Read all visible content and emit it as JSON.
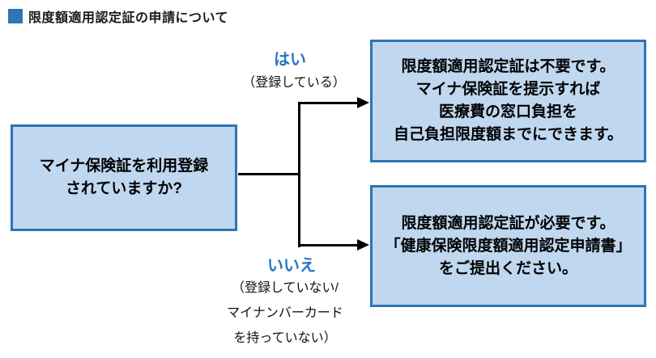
{
  "title": {
    "text": "限度額適用認定証の申請について"
  },
  "flowchart": {
    "question_box": {
      "lines": [
        "マイナ保険証を利用登録",
        "されていますか?"
      ]
    },
    "yes_branch": {
      "label": "はい",
      "sublabel": "（登録している）",
      "result_lines": [
        "限度額適用認定証は不要です。",
        "マイナ保険証を提示すれば",
        "医療費の窓口負担を",
        "自己負担限度額までにできます。"
      ]
    },
    "no_branch": {
      "label": "いいえ",
      "sublabel_lines": [
        "（登録していない/",
        "マイナンバーカード",
        "を持っていない）"
      ],
      "result_lines": [
        "限度額適用認定証が必要です。",
        "「健康保険限度額適用認定申請書」",
        "をご提出ください。"
      ]
    },
    "colors": {
      "box_fill": "#BFD7EF",
      "box_border": "#2E75B6",
      "branch_label_blue": "#2577C8",
      "title_square_blue": "#2E75B6",
      "connector_black": "#000000"
    }
  }
}
